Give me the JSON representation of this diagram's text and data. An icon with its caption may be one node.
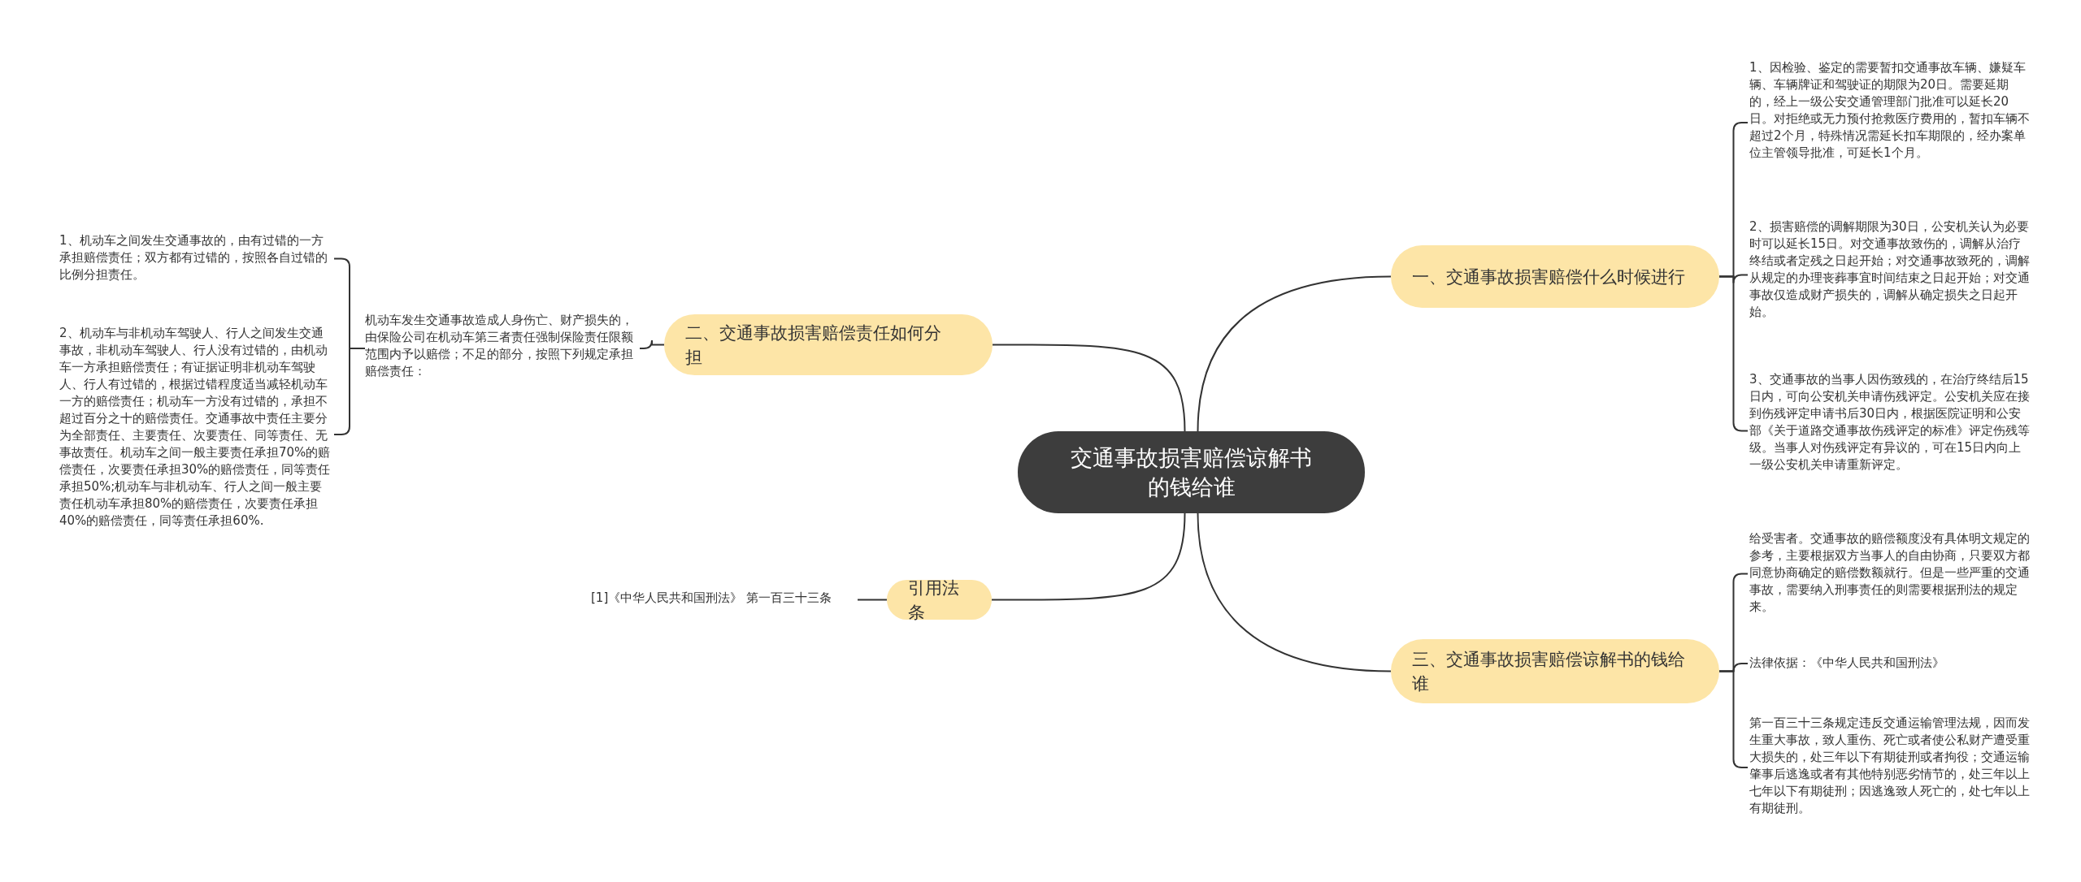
{
  "diagram": {
    "nodes": [
      {
        "text": [
          "交通事故损害赔偿谅解书的钱给谁"
        ]
      },
      {
        "text": [
          "一、交通事故损害赔偿什么时候进行"
        ]
      },
      {
        "text": [
          "1、因检验、鉴定的需要暂扣交通事故车辆、嫌疑车辆、车辆牌证和驾驶证的期限为20日。需要延期的，经上一级公安交通管理部门批准可以延长20日。对拒绝或无力预付抢救医疗费用的，暂扣车辆不超过2个月，特殊情况需延长扣车期限的，经办案单位主管领导批准，可延长1个月。"
        ]
      },
      {
        "text": [
          "2、损害赔偿的调解期限为30日，公安机关认为必要时可以延长15日。对交通事故致伤的，调解从治疗终结或者定残之日起开始；对交通事故致死的，调解从规定的办理丧葬事宜时间结束之日起开始；对交通事故仅造成财产损失的，调解从确定损失之日起开始。"
        ]
      },
      {
        "text": [
          "3、交通事故的当事人因伤致残的，在治疗终结后15日内，可向公安机关申请伤残评定。公安机关应在接到伤残评定申请书后30日内，根据医院证明和公安部《关于道路交通事故伤残评定的标准》评定伤残等级。当事人对伤残评定有异议的，可在15日内向上一级公安机关申请重新评定。"
        ]
      },
      {
        "text": [
          "二、交通事故损害赔偿责任如何分担"
        ]
      },
      {
        "text": [
          "机动车发生交通事故造成人身伤亡、财产损失的，由保险公司在机动车第三者责任强制保险责任限额范围内予以赔偿；不足的部分，按照下列规定承担赔偿责任："
        ]
      },
      {
        "text": [
          "1、机动车之间发生交通事故的，由有过错的一方承担赔偿责任；双方都有过错的，按照各自过错的比例分担责任。"
        ]
      },
      {
        "text": [
          "2、机动车与非机动车驾驶人、行人之间发生交通事故，非机动车驾驶人、行人没有过错的，由机动车一方承担赔偿责任；有证据证明非机动车驾驶人、行人有过错的，根据过错程度适当减轻机动车一方的赔偿责任；机动车一方没有过错的，承担不超过百分之十的赔偿责任。交通事故中责任主要分为全部责任、主要责任、次要责任、同等责任、无事故责任。机动车之间一般主要责任承担70%的赔偿责任，次要责任承担30%的赔偿责任，同等责任承担50%;机动车与非机动车、行人之间一般主要责任机动车承担80%的赔偿责任，次要责任承担40%的赔偿责任，同等责任承担60%."
        ]
      },
      {
        "text": [
          "引用法条"
        ]
      },
      {
        "text": [
          "[1]《中华人民共和国刑法》 第一百三十三条"
        ]
      },
      {
        "text": [
          "三、交通事故损害赔偿谅解书的钱给谁"
        ]
      },
      {
        "text": [
          "给受害者。交通事故的赔偿额度没有具体明文规定的参考，主要根据双方当事人的自由协商，只要双方都同意协商确定的赔偿数额就行。但是一些严重的交通事故，需要纳入刑事责任的则需要根据刑法的规定来。"
        ]
      },
      {
        "text": [
          "法律依据：《中华人民共和国刑法》"
        ]
      },
      {
        "text": [
          "第一百三十三条规定违反交通运输管理法规，因而发生重大事故，致人重伤、死亡或者使公私财产遭受重大损失的，处三年以下有期徒刑或者拘役；交通运输肇事后逃逸或者有其他特别恶劣情节的，处三年以上七年以下有期徒刑；因逃逸致人死亡的，处七年以上有期徒刑。"
        ]
      }
    ],
    "edges": [
      {
        "from": 0,
        "to": 1,
        "arrow": "none"
      },
      {
        "from": 1,
        "to": 2,
        "arrow": "none"
      },
      {
        "from": 1,
        "to": 3,
        "arrow": "none"
      },
      {
        "from": 1,
        "to": 4,
        "arrow": "none"
      },
      {
        "from": 0,
        "to": 5,
        "arrow": "none"
      },
      {
        "from": 5,
        "to": 6,
        "arrow": "none"
      },
      {
        "from": 6,
        "to": 7,
        "arrow": "none"
      },
      {
        "from": 6,
        "to": 8,
        "arrow": "none"
      },
      {
        "from": 0,
        "to": 9,
        "arrow": "none"
      },
      {
        "from": 9,
        "to": 10,
        "arrow": "none"
      },
      {
        "from": 0,
        "to": 11,
        "arrow": "none"
      },
      {
        "from": 11,
        "to": 12,
        "arrow": "none"
      },
      {
        "from": 11,
        "to": 13,
        "arrow": "none"
      },
      {
        "from": 11,
        "to": 14,
        "arrow": "none"
      }
    ]
  }
}
